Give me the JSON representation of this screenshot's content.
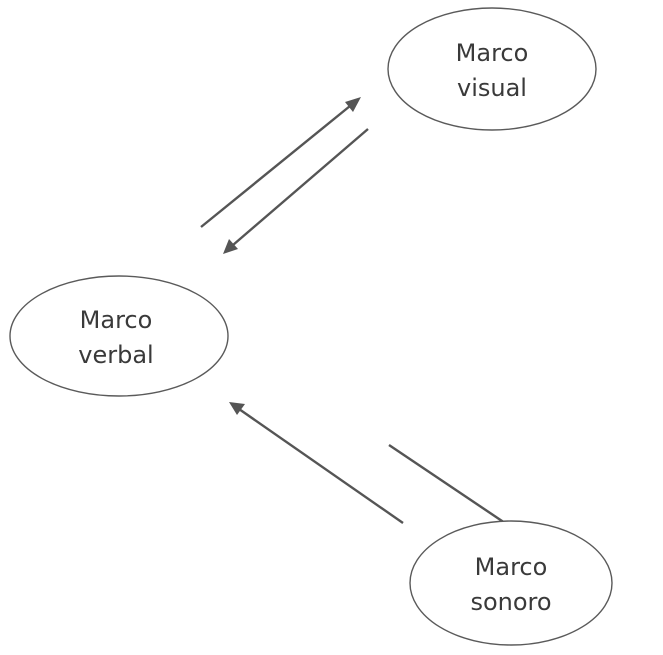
{
  "diagram": {
    "nodes": [
      {
        "id": "visual",
        "lines": [
          "Marco",
          "visual"
        ]
      },
      {
        "id": "verbal",
        "lines": [
          "Marco",
          "verbal"
        ]
      },
      {
        "id": "sonoro",
        "lines": [
          "Marco",
          "sonoro"
        ]
      }
    ],
    "edges": [
      {
        "from": "verbal",
        "to": "visual",
        "arrow": true
      },
      {
        "from": "visual",
        "to": "verbal",
        "arrow": true
      },
      {
        "from": "sonoro",
        "to": "verbal",
        "arrow": true
      },
      {
        "from": "sonoro",
        "to": "sonoro-line",
        "arrow": false
      }
    ],
    "colors": {
      "stroke": "#5a5a5a",
      "text": "#3a3a3a",
      "arrow": "#555555"
    }
  }
}
